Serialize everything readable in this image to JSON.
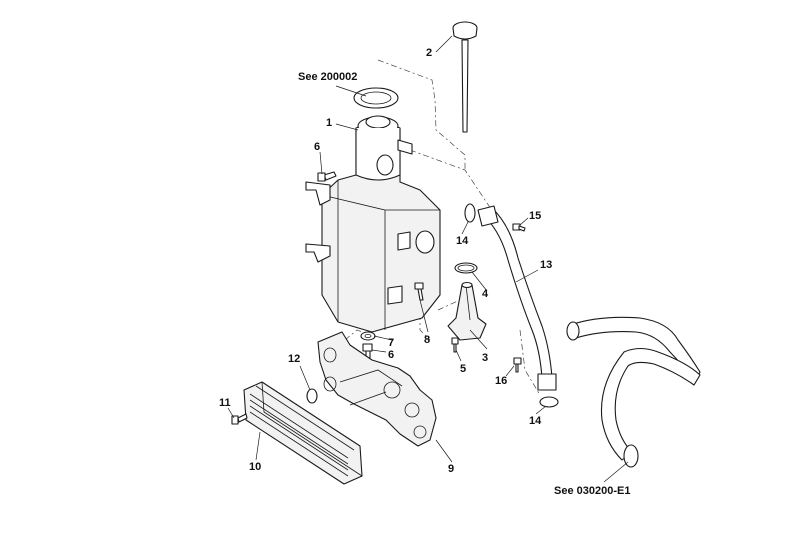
{
  "callouts": {
    "c1": "1",
    "c2": "2",
    "c3": "3",
    "c4": "4",
    "c5": "5",
    "c6a": "6",
    "c6b": "6",
    "c7": "7",
    "c8": "8",
    "c9": "9",
    "c10": "10",
    "c11": "11",
    "c12": "12",
    "c13": "13",
    "c14a": "14",
    "c14b": "14",
    "c15": "15",
    "c16": "16"
  },
  "references": {
    "top": "See 200002",
    "bottom": "See 030200-E1"
  }
}
